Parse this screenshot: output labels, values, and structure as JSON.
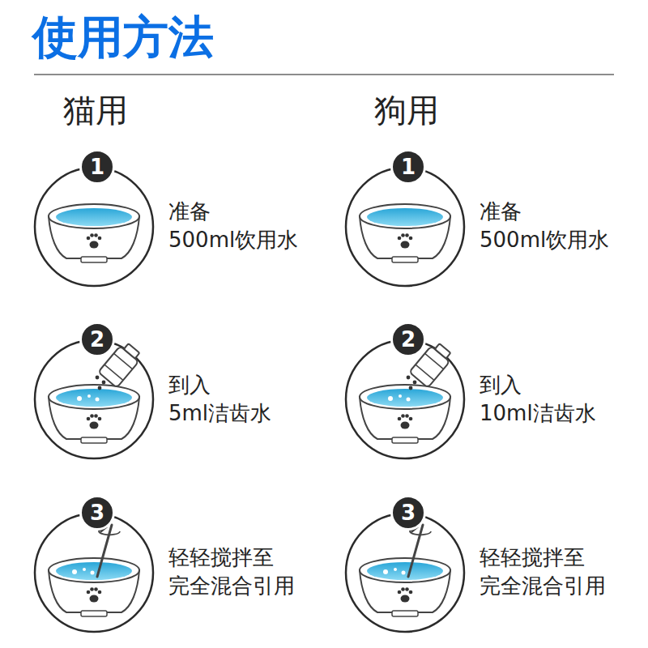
{
  "diagram": {
    "title": "使用方法",
    "nodes": [
      {
        "text": [
          "1"
        ]
      },
      {
        "text": [
          "2"
        ]
      },
      {
        "text": [
          "3"
        ]
      },
      {
        "text": [
          "1"
        ]
      },
      {
        "text": [
          "2"
        ]
      },
      {
        "text": [
          "3"
        ]
      }
    ],
    "labels": [
      "猫用",
      "准备 500ml饮用水",
      "到入 5ml洁齿水",
      "轻轻搅拌至 完全混合引用",
      "狗用",
      "准备 500ml饮用水",
      "到入 10ml洁齿水",
      "轻轻搅拌至 完全混合引用"
    ]
  }
}
